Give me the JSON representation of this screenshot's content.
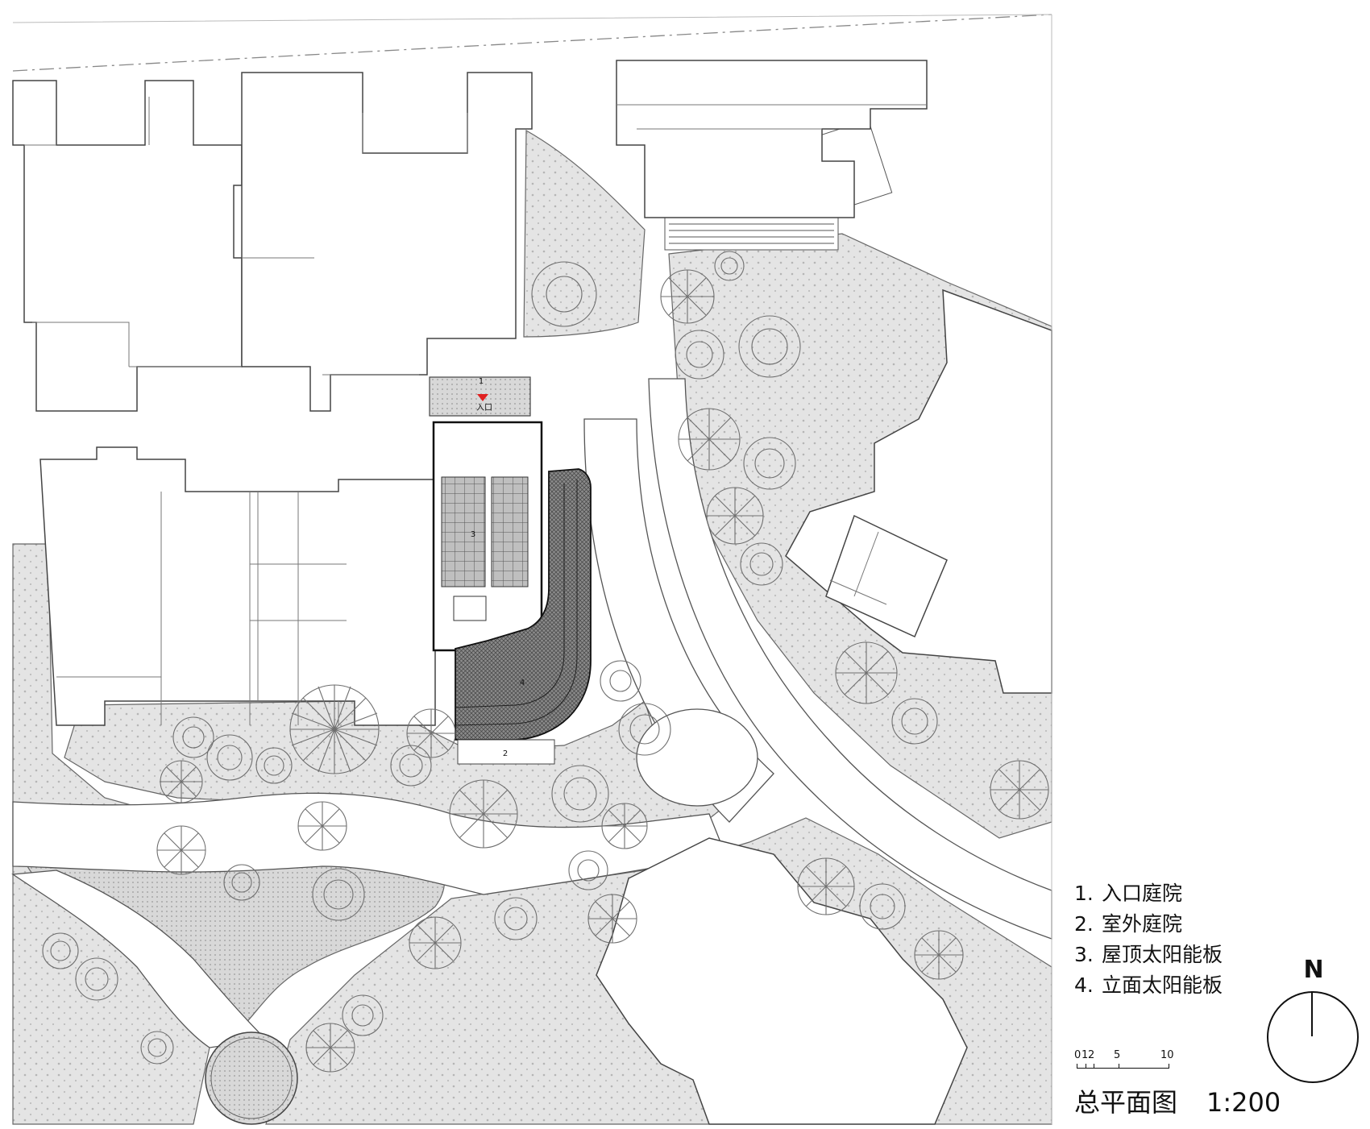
{
  "plan": {
    "labels": {
      "entrance_number": "1",
      "entrance_text": "入口",
      "outdoor_number": "2",
      "roof_number": "3",
      "facade_number": "4"
    }
  },
  "legend": {
    "items": [
      {
        "number": "1.",
        "label": "入口庭院"
      },
      {
        "number": "2.",
        "label": "室外庭院"
      },
      {
        "number": "3.",
        "label": "屋顶太阳能板"
      },
      {
        "number": "4.",
        "label": "立面太阳能板"
      }
    ]
  },
  "scale_bar": {
    "ticks": [
      "0",
      "1",
      "2",
      "5",
      "10"
    ]
  },
  "title": {
    "name": "总平面图",
    "scale": "1:200"
  },
  "north_arrow": {
    "letter": "N"
  },
  "colors": {
    "landscape_fill": "#e6e6e6",
    "courtyard_fill": "#d9d9d9",
    "building_fill": "#ffffff",
    "line": "#555555",
    "entrance_marker": "#e02020"
  },
  "icons": [
    "north-arrow-icon",
    "tree-icon",
    "entrance-marker-icon"
  ]
}
